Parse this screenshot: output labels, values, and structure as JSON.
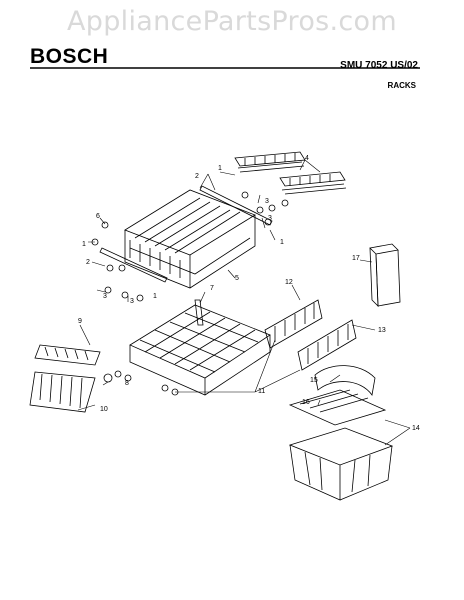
{
  "watermark": "AppliancePartsPros.com",
  "header": {
    "brand": "BOSCH",
    "model": "SMU 7052 US/02",
    "section": "RACKS"
  },
  "callouts": [
    "1",
    "2",
    "3",
    "4",
    "5",
    "6",
    "7",
    "8",
    "9",
    "10",
    "11",
    "12",
    "13",
    "14",
    "15",
    "16",
    "17"
  ]
}
